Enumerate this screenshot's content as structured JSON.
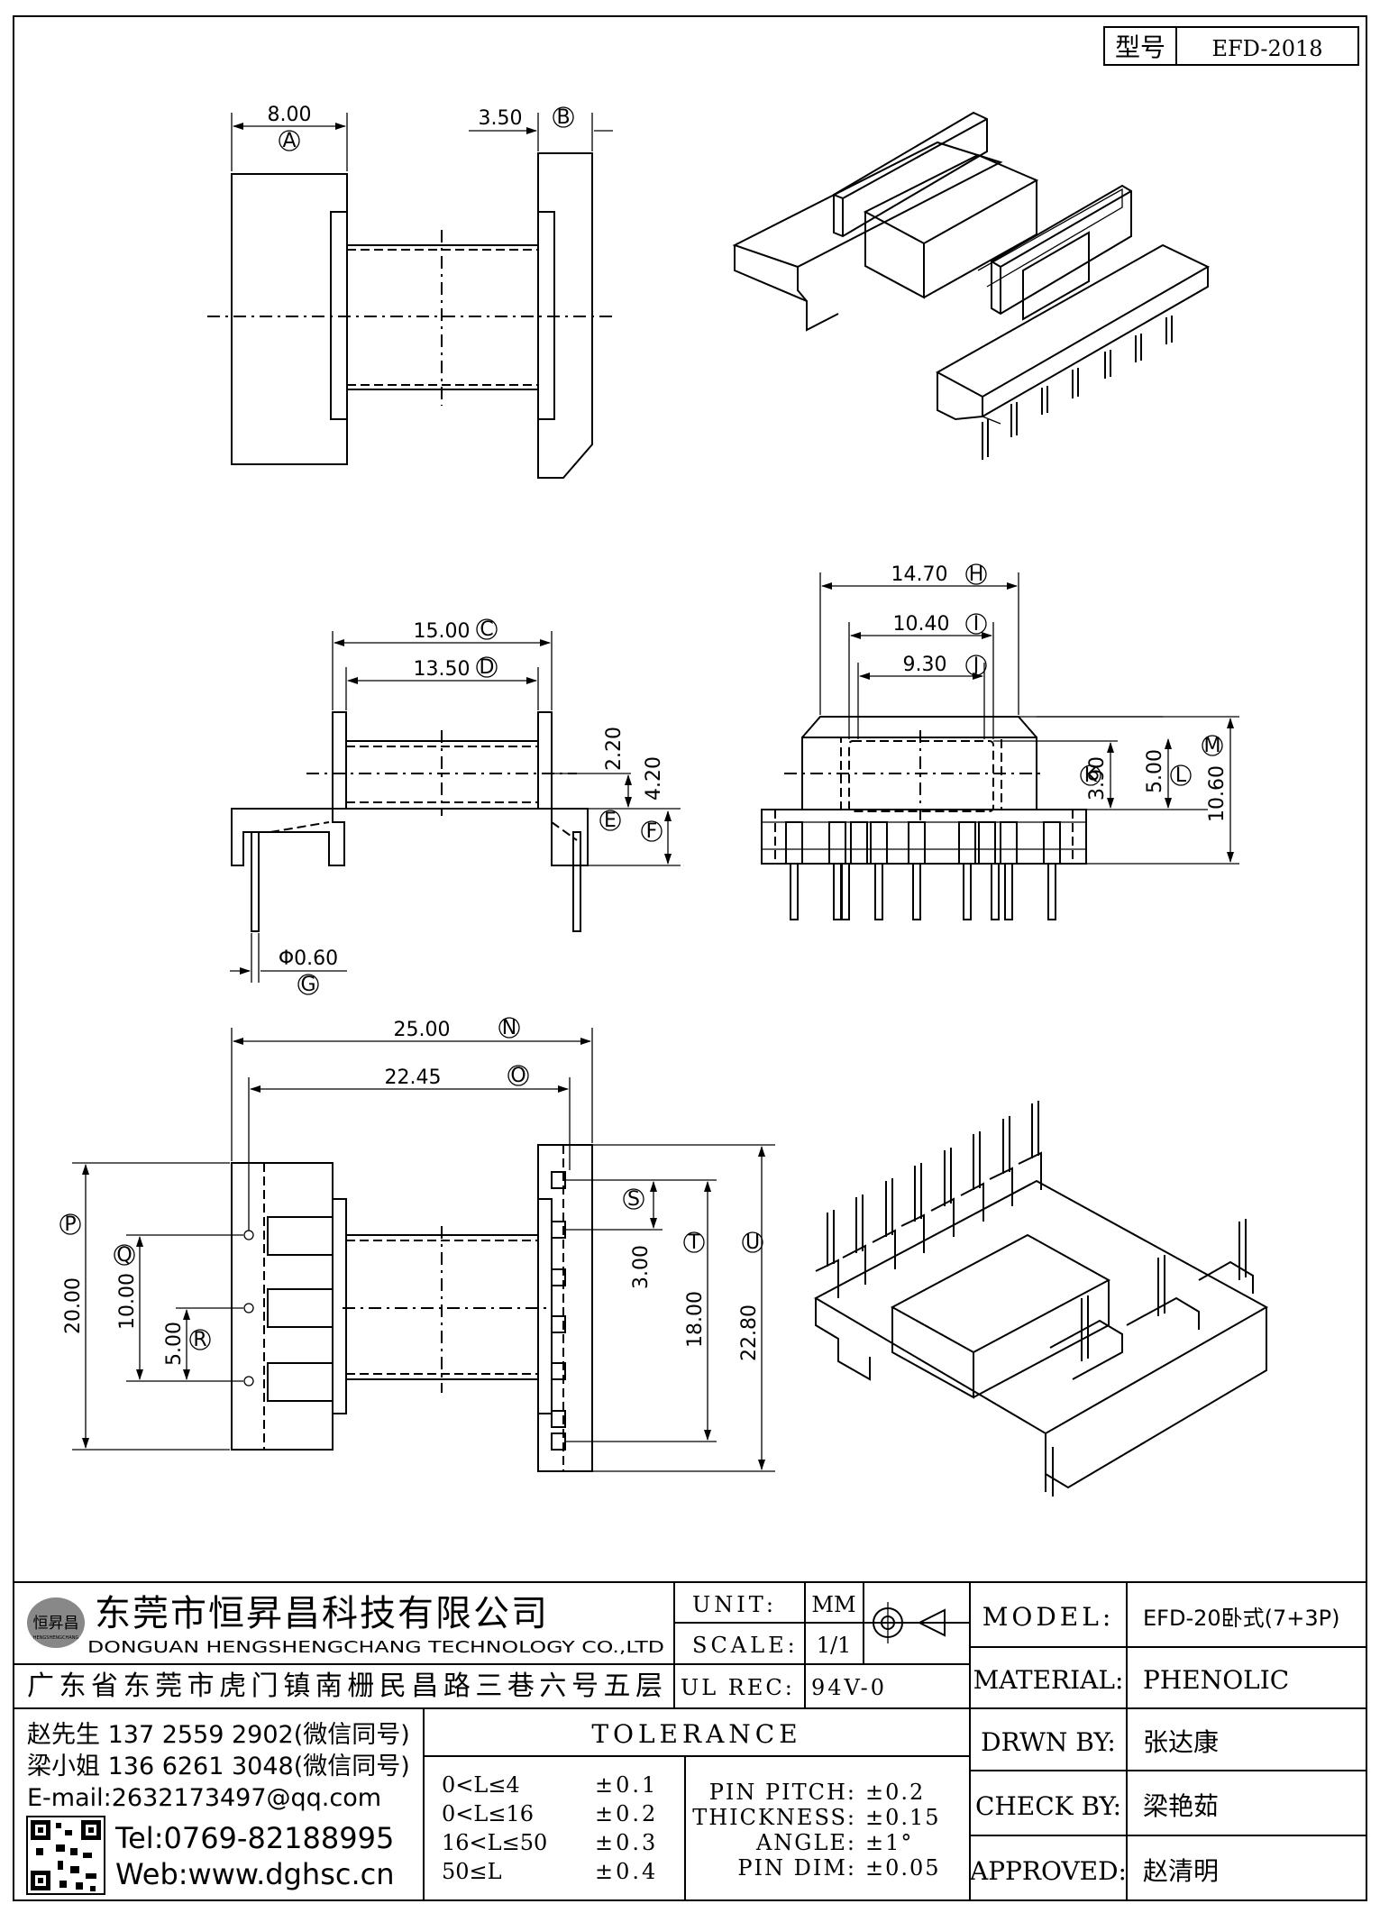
{
  "model_box": {
    "label": "型号",
    "value": "EFD-2018"
  },
  "dims": {
    "A": {
      "value": "8.00",
      "letter": "A"
    },
    "B": {
      "value": "3.50",
      "letter": "B"
    },
    "C": {
      "value": "15.00",
      "letter": "C"
    },
    "D": {
      "value": "13.50",
      "letter": "D"
    },
    "E": {
      "value": "2.20",
      "letter": "E"
    },
    "F": {
      "value": "4.20",
      "letter": "F"
    },
    "G": {
      "value": "Φ0.60",
      "letter": "G"
    },
    "H": {
      "value": "14.70",
      "letter": "H"
    },
    "I": {
      "value": "10.40",
      "letter": "I"
    },
    "J": {
      "value": "9.30",
      "letter": "J"
    },
    "K": {
      "value": "3.90",
      "letter": "K"
    },
    "L": {
      "value": "5.00",
      "letter": "L"
    },
    "M": {
      "value": "10.60",
      "letter": "M"
    },
    "N": {
      "value": "25.00",
      "letter": "N"
    },
    "O": {
      "value": "22.45",
      "letter": "O"
    },
    "P": {
      "value": "20.00",
      "letter": "P"
    },
    "Q": {
      "value": "10.00",
      "letter": "Q"
    },
    "R": {
      "value": "5.00",
      "letter": "R"
    },
    "S": {
      "value": "3.00",
      "letter": "S"
    },
    "T": {
      "value": "18.00",
      "letter": "T"
    },
    "U": {
      "value": "22.80",
      "letter": "U"
    }
  },
  "company": {
    "name_cn": "东莞市恒昇昌科技有限公司",
    "name_en": "DONGUAN HENGSHENGCHANG TECHNOLOGY CO.,LTD",
    "address": "广东省东莞市虎门镇南栅民昌路三巷六号五层",
    "logo_text": "恒昇昌",
    "logo_sub": "HENGSHENGCHANG",
    "contact1": "赵先生 137 2559 2902(微信同号)",
    "contact2": "梁小姐 136 6261 3048(微信同号)",
    "email": "E-mail:2632173497@qq.com",
    "tel": "Tel:0769-82188995",
    "web": "Web:www.dghsc.cn"
  },
  "title_block": {
    "unit_label": "UNIT:",
    "unit_value": "MM",
    "scale_label": "SCALE:",
    "scale_value": "1/1",
    "ul_label": "UL REC:",
    "ul_value": "94V-0",
    "model_label": "MODEL:",
    "model_value": "EFD-20卧式(7+3P)",
    "material_label": "MATERIAL:",
    "material_value": "PHENOLIC",
    "drwn_label": "DRWN BY:",
    "drwn_value": "张达康",
    "check_label": "CHECK BY:",
    "check_value": "梁艳茹",
    "approved_label": "APPROVED:",
    "approved_value": "赵清明"
  },
  "tolerance": {
    "title": "TOLERANCE",
    "ranges": [
      {
        "range": "0<L≤4",
        "tol": "±0.1"
      },
      {
        "range": "0<L≤16",
        "tol": "±0.2"
      },
      {
        "range": "16<L≤50",
        "tol": "±0.3"
      },
      {
        "range": "50≤L",
        "tol": "±0.4"
      }
    ],
    "specs": [
      {
        "name": "PIN PITCH:",
        "tol": "±0.2"
      },
      {
        "name": "THICKNESS:",
        "tol": "±0.15"
      },
      {
        "name": "ANGLE:",
        "tol": "±1°"
      },
      {
        "name": "PIN DIM:",
        "tol": "±0.05"
      }
    ]
  }
}
